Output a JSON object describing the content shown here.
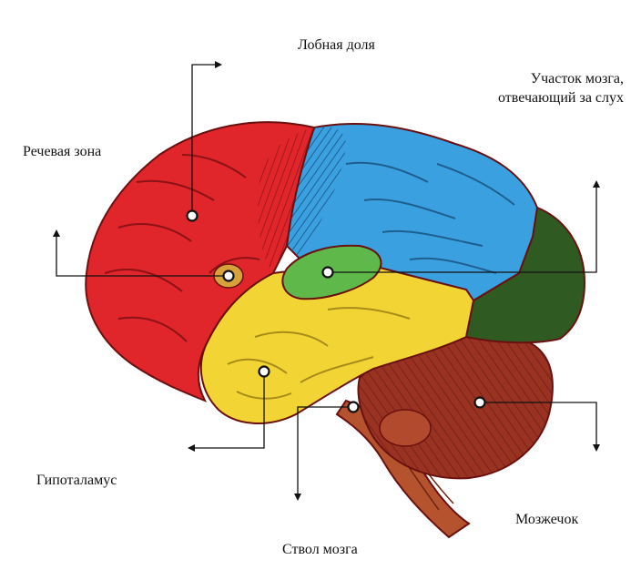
{
  "labels": {
    "frontal_lobe": "Лобная доля",
    "speech_zone": "Речевая зона",
    "hearing_area": "Участок мозга, отвечающий за слух",
    "hypothalamus": "Гипоталамус",
    "brainstem": "Ствол мозга",
    "cerebellum": "Мозжечок"
  },
  "colors": {
    "frontal": "#e0252b",
    "parietal": "#3aa0e0",
    "temporal": "#f2d534",
    "occipital": "#2f5a22",
    "wernicke": "#5eb84a",
    "cerebellum": "#9a3222",
    "stem": "#b5532f",
    "outline": "#6a1010"
  }
}
